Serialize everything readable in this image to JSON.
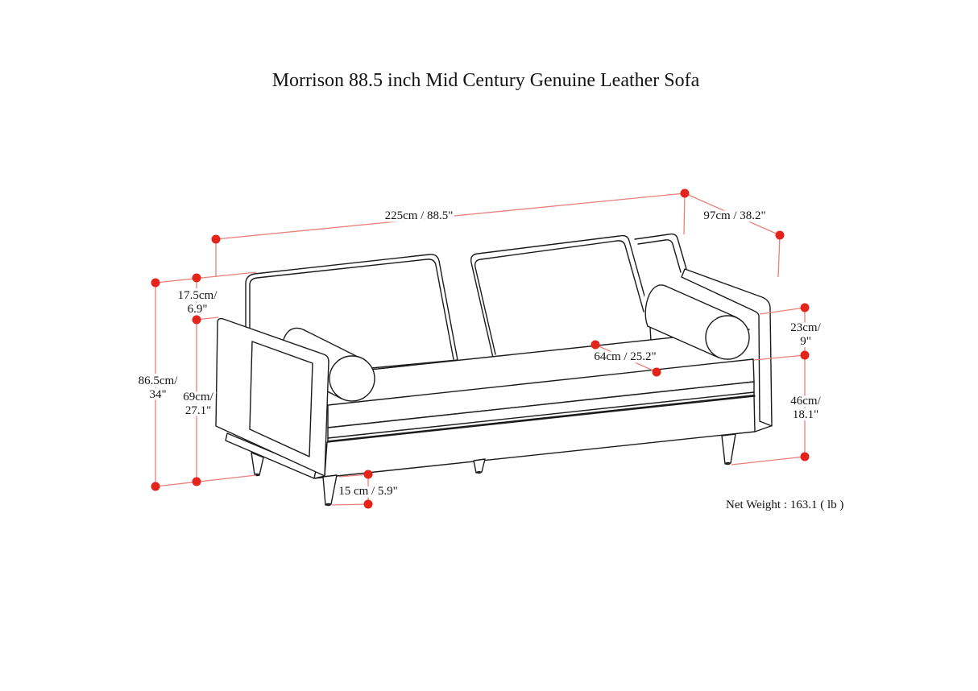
{
  "title": "Morrison 88.5 inch Mid Century Genuine Leather Sofa",
  "net_weight": "Net Weight : 163.1 ( lb )",
  "colors": {
    "dimension_dot": "#e4241a",
    "dimension_line": "#ea8078",
    "line_art": "#1b1b1b",
    "background": "#ffffff"
  },
  "dims": {
    "overall_length": {
      "label": "225cm / 88.5\""
    },
    "overall_depth": {
      "label": "97cm / 38.2\""
    },
    "back_height_above_arm": {
      "line1": "17.5cm/",
      "line2": "6.9\""
    },
    "overall_height": {
      "line1": "86.5cm/",
      "line2": "34\""
    },
    "arm_height": {
      "line1": "69cm/",
      "line2": "27.1\""
    },
    "seat_depth": {
      "label": "64cm / 25.2\""
    },
    "arm_to_seat_height": {
      "line1": "23cm/",
      "line2": "9\""
    },
    "seat_height": {
      "line1": "46cm/",
      "line2": "18.1\""
    },
    "leg_height": {
      "label": "15 cm / 5.9\""
    }
  }
}
